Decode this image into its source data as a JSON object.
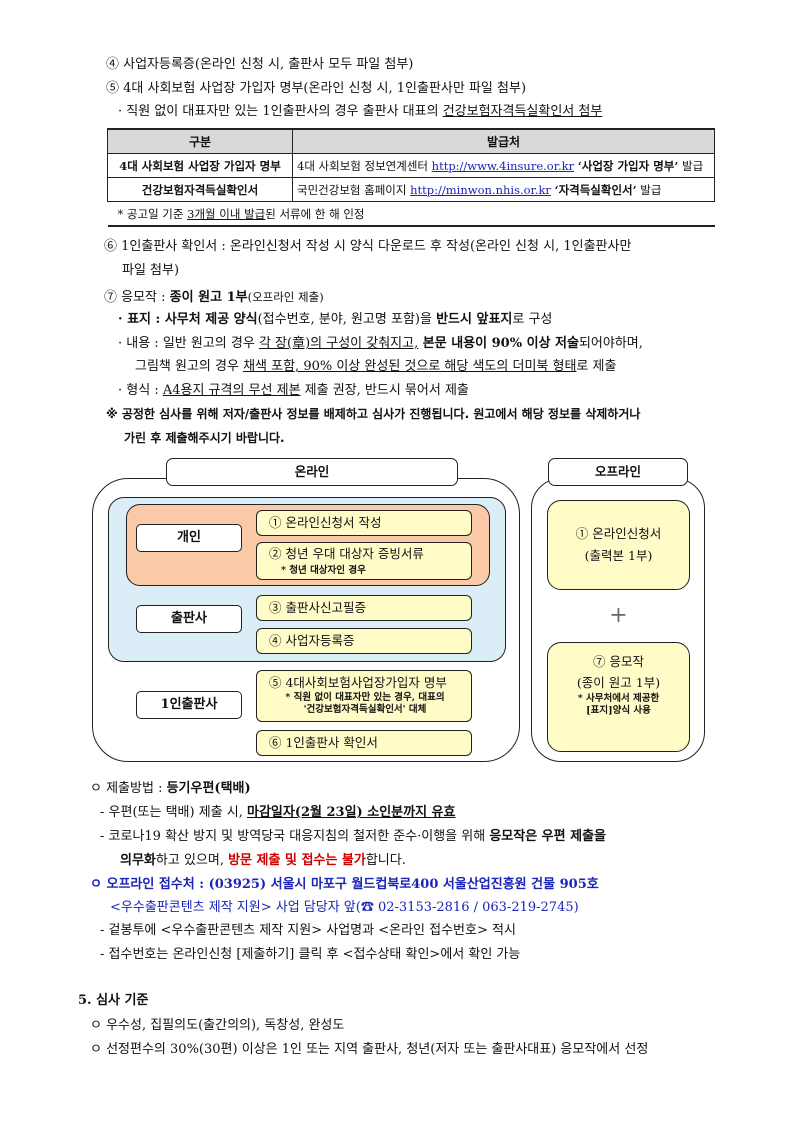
{
  "lines": {
    "l1": "④ 사업자등록증(온라인 신청 시, 출판사 모두 파일 첨부)",
    "l2": "⑤ 4대 사회보험 사업장 가입자 명부(온라인 신청 시, 1인출판사만 파일 첨부)",
    "l3a": "· 직원 없이 대표자만 있는 1인출판사의 경우 출판사 대표의 ",
    "l3b": "건강보험자격득실확인서 첨부"
  },
  "table": {
    "headers": [
      "구분",
      "발급처"
    ],
    "rows": [
      {
        "label": "4대 사회보험 사업장 가입자 명부",
        "src": "4대 사회보험 정보연계센터 ",
        "url": "http://www.4insure.or.kr",
        "doc": "‘사업장 가입자 명부’",
        "tail": " 발급"
      },
      {
        "label": "건강보험자격득실확인서",
        "src": "국민건강보험 홈페이지 ",
        "url": "http://minwon.nhis.or.kr",
        "doc": "‘자격득실확인서’",
        "tail": " 발급"
      }
    ],
    "note_a": "* 공고일 기준 ",
    "note_b": "3개월 이내 발급",
    "note_c": "된 서류에 한 해 인정"
  },
  "item6": {
    "a": "⑥ 1인출판사 확인서 : 온라인신청서 작성 시 양식 다운로드 후 작성(온라인 신청 시, 1인출판사만",
    "b": "파일 첨부)"
  },
  "item7": {
    "prefix": "⑦ 응모작 : ",
    "bold": "종이 원고 1부",
    "suffix": "(오프라인 제출)",
    "cover_bullet": "· ",
    "cover_b1": "표지 : 사무처 제공 양식",
    "cover_t1": "(접수번호, 분야, 원고명 포함)을 ",
    "cover_b2": "반드시 앞표지",
    "cover_t2": "로 구성",
    "content_a": "· 내용 : 일반 원고의 경우 ",
    "content_u": "각 장(章)의 구성이 갖춰지고,",
    "content_b": " 본문 내용이 90% 이상 저술",
    "content_c": "되어야하며,",
    "content2_a": "그림책 원고의 경우 ",
    "content2_u": "채색 포함, 90% 이상 완성된 것으로 해당 색도의 더미북 형태",
    "content2_c": "로 제출",
    "form_a": "· 형식 : ",
    "form_u": "A4용지 규격의 무선 제본",
    "form_c": " 제출 권장, 반드시 묶어서 제출"
  },
  "warning": {
    "a": "※ 공정한 심사를 위해 저자/출판사 정보를 배제하고 심사가 진행됩니다. 원고에서 해당 정보를 삭제하거나",
    "b": "가린 후 제출해주시기 바랍니다."
  },
  "diagram": {
    "online_title": "온라인",
    "offline_title": "오프라인",
    "groups": {
      "personal": "개인",
      "publisher": "출판사",
      "one_person": "1인출판사"
    },
    "items": {
      "i1": "① 온라인신청서 작성",
      "i2": "② 청년 우대 대상자 증빙서류",
      "i2_note": "* 청년 대상자인 경우",
      "i3": "③ 출판사신고필증",
      "i4": "④ 사업자등록증",
      "i5": "⑤ 4대사회보험사업장가입자 명부",
      "i5_note_a": "* 직원 없이 대표자만 있는 경우, 대표의",
      "i5_note_b": "'건강보험자격득실확인서' 대체",
      "i6": "⑥ 1인출판사 확인서"
    },
    "offline": {
      "o1a": "① 온라인신청서",
      "o1b": "(출력본 1부)",
      "plus": "+",
      "o7a": "⑦ 응모작",
      "o7b": "(종이 원고 1부)",
      "o7c": "* 사무처에서 제공한",
      "o7d": "[표지]양식 사용"
    }
  },
  "submit": {
    "method_a": "ㅇ 제출방법 : ",
    "method_b": "등기우편(택배)",
    "post_a": "- 우편(또는 택배) 제출 시, ",
    "post_b": "마감일자(2월 23일) 소인분까지 유효",
    "covid_a": "- 코로나19 확산 방지 및 방역당국 대응지침의 철저한 준수·이행을 위해 ",
    "covid_b": "응모작은 우편 제출을",
    "covid2_a": "의무화",
    "covid2_b": "하고 있으며, ",
    "covid2_c": "방문 제출 및 접수는 불가",
    "covid2_d": "합니다.",
    "addr": "ㅇ 오프라인 접수처 : (03925) 서울시 마포구 월드컵북로400 서울산업진흥원 건물 905호",
    "addr2": "<우수출판콘텐츠 제작 지원> 사업 담당자 앞(☎ 02-3153-2816 / 063-219-2745)",
    "envelope": "- 겉봉투에 <우수출판콘텐츠 제작 지원> 사업명과 <온라인 접수번호> 적시",
    "number": "- 접수번호는 온라인신청 [제출하기] 클릭 후 <접수상태 확인>에서 확인 가능"
  },
  "section5": {
    "title": "5. 심사 기준",
    "c1": "ㅇ 우수성, 집필의도(출간의의), 독창성, 완성도",
    "c2": "ㅇ 선정편수의 30%(30편) 이상은 1인 또는 지역 출판사, 청년(저자 또는 출판사대표) 응모작에서 선정"
  },
  "colors": {
    "online_bg": "#dbeef8",
    "personal_bg": "#f9c9a8",
    "item_bg": "#fffcc8",
    "red": "#d00000",
    "blue": "#1a24b8"
  }
}
